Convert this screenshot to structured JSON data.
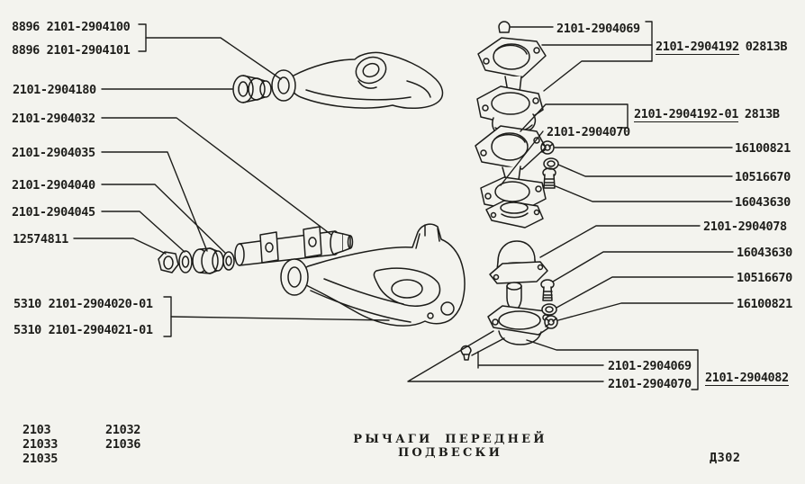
{
  "title": "РЫЧАГИ ПЕРЕДНЕЙ ПОДВЕСКИ",
  "sheet_code": "Д302",
  "model_codes": {
    "col1": [
      "2103",
      "21033",
      "21035"
    ],
    "col2": [
      "21032",
      "21036"
    ]
  },
  "colors": {
    "ink": "#1d1d1a",
    "paper": "#f3f3ee"
  },
  "callouts": {
    "upper_arm_right": "8896 2101-2904100",
    "upper_arm_left": "8896 2101-2904101",
    "upper_arm_bushing": "2101-2904180",
    "lower_arm_axle": "2101-2904032",
    "axle_bushing": "2101-2904035",
    "axle_washer": "2101-2904040",
    "axle_spacer": "2101-2904045",
    "axle_nut": "12574811",
    "lower_arm_right": "5310 2101-2904020-01",
    "lower_arm_left": "5310 2101-2904021-01",
    "upper_ball_pin": "2101-2904069",
    "upper_ball_joint": {
      "num": "2101-2904192",
      "code": "02813B"
    },
    "upper_ball_joint_alt": {
      "num": "2101-2904192-01",
      "code": "2813B"
    },
    "upper_joint_cover": "2101-2904070",
    "nut_upper": "16100821",
    "washer_upper": "10516670",
    "bolt_upper": "16043630",
    "joint_retainer": "2101-2904078",
    "bolt_lower": "16043630",
    "washer_lower": "10516670",
    "nut_lower": "16100821",
    "lower_ball_pin": "2101-2904069",
    "lower_joint_cover": "2101-2904070",
    "lower_ball_joint": {
      "num": "2101-2904082"
    }
  }
}
